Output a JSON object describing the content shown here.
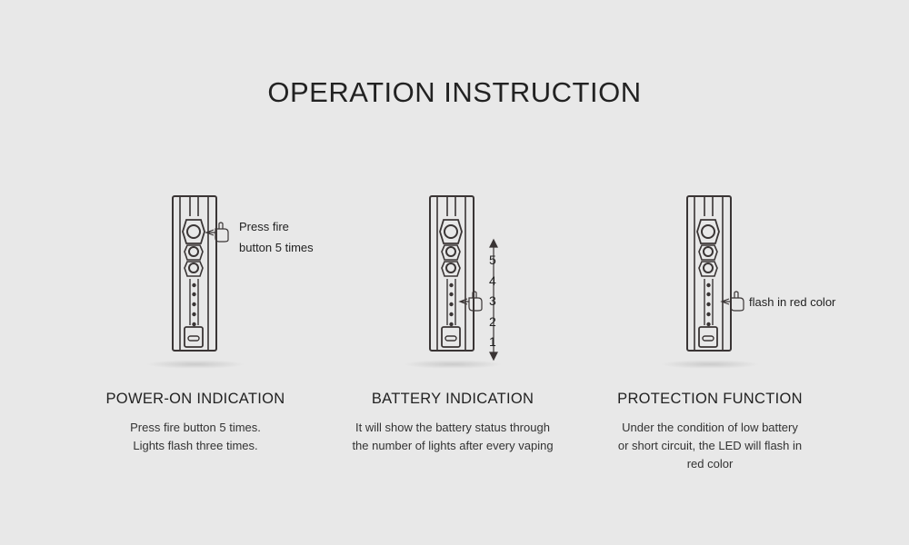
{
  "page": {
    "title": "OPERATION INSTRUCTION"
  },
  "panels": [
    {
      "heading": "POWER-ON INDICATION",
      "description": [
        "Press fire button 5 times.",
        "Lights flash three times."
      ],
      "callout": [
        "Press fire",
        "button 5 times"
      ],
      "icons": {
        "device": "vape-device-icon",
        "pointer": "pointing-hand-icon"
      }
    },
    {
      "heading": "BATTERY INDICATION",
      "description": [
        "It will show the battery status through",
        "the number of lights after every vaping"
      ],
      "levels": [
        "5",
        "4",
        "3",
        "2",
        "1"
      ],
      "icons": {
        "device": "vape-device-icon",
        "pointer": "pointing-hand-icon",
        "arrow": "up-down-arrow-icon"
      }
    },
    {
      "heading": "PROTECTION FUNCTION",
      "description": [
        "Under the condition of low battery",
        "or short circuit, the LED will flash in",
        "red color"
      ],
      "callout": [
        "flash in red color"
      ],
      "icons": {
        "device": "vape-device-icon",
        "pointer": "pointing-hand-icon"
      }
    }
  ],
  "colors": {
    "background": "#e8e8e8",
    "text": "#222222",
    "device_outline": "#3a3535"
  }
}
